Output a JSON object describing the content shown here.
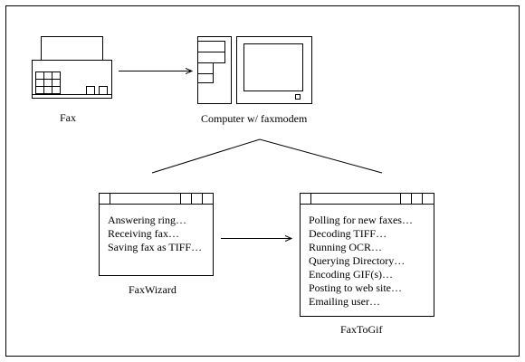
{
  "fax": {
    "label": "Fax"
  },
  "computer": {
    "label": "Computer w/ faxmodem"
  },
  "faxwizard": {
    "label": "FaxWizard",
    "lines": [
      "Answering ring…",
      "Receiving fax…",
      "Saving fax as TIFF…"
    ]
  },
  "faxtogif": {
    "label": "FaxToGif",
    "lines": [
      "Polling for new faxes…",
      "Decoding TIFF…",
      "Running OCR…",
      "Querying Directory…",
      "Encoding GIF(s)…",
      "Posting to web site…",
      "Emailing user…"
    ]
  }
}
